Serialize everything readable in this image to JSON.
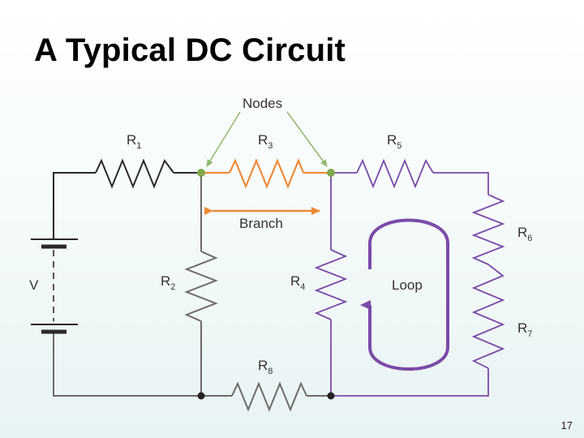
{
  "slide": {
    "title": "A Typical DC Circuit",
    "page_number": "17"
  },
  "diagram": {
    "annotations": {
      "nodes": "Nodes",
      "branch": "Branch",
      "loop": "Loop"
    },
    "source": {
      "label": "V"
    },
    "resistors": [
      {
        "id": "r1",
        "letter": "R",
        "sub": "1"
      },
      {
        "id": "r2",
        "letter": "R",
        "sub": "2"
      },
      {
        "id": "r3",
        "letter": "R",
        "sub": "3"
      },
      {
        "id": "r4",
        "letter": "R",
        "sub": "4"
      },
      {
        "id": "r5",
        "letter": "R",
        "sub": "5"
      },
      {
        "id": "r6",
        "letter": "R",
        "sub": "6"
      },
      {
        "id": "r7",
        "letter": "R",
        "sub": "7"
      },
      {
        "id": "r8",
        "letter": "R",
        "sub": "8"
      }
    ],
    "colors": {
      "wire": "#2a2a2a",
      "gray_wire": "#6b6b6b",
      "branch": "#f08a3a",
      "loop": "#7b4aa8",
      "node": "#7fa84a",
      "annotation_arrow": "#8fb86a"
    }
  }
}
